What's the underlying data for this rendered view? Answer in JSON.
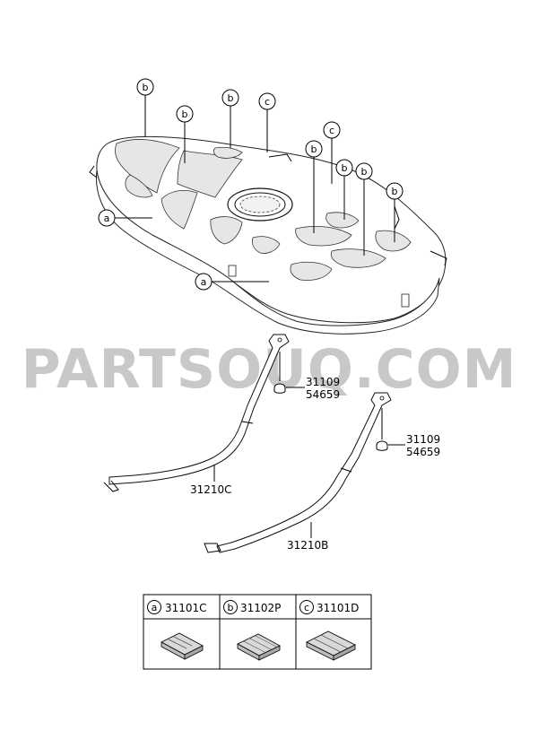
{
  "watermark": "PARTSOUQ.COM",
  "callouts": {
    "a": "a",
    "b": "b",
    "c": "c"
  },
  "part_labels": {
    "bolt_1_line1": "31109",
    "bolt_1_line2": "54659",
    "bolt_2_line1": "31109",
    "bolt_2_line2": "54659",
    "strap_1": "31210C",
    "strap_2": "31210B"
  },
  "legend": [
    {
      "letter": "a",
      "part": "31101C"
    },
    {
      "letter": "b",
      "part": "31102P"
    },
    {
      "letter": "c",
      "part": "31101D"
    }
  ]
}
